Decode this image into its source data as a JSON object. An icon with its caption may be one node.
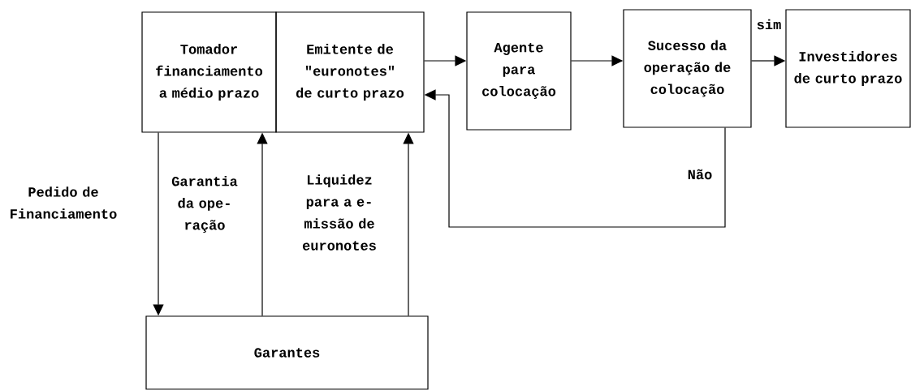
{
  "diagram": {
    "nodes": [
      {
        "text": [
          "Tomador financiamento a médio prazo"
        ]
      },
      {
        "text": [
          "Emitente de \"euronotes\" de curto prazo"
        ]
      },
      {
        "text": [
          "Agente para colocação"
        ]
      },
      {
        "text": [
          "Sucesso da operação de colocação"
        ]
      },
      {
        "text": [
          "Investidores de curto prazo"
        ]
      },
      {
        "text": [
          "Garantes"
        ]
      }
    ],
    "edges": [
      {
        "from": 1,
        "to": 2,
        "arrow": "to"
      },
      {
        "from": 2,
        "to": 3,
        "arrow": "to"
      },
      {
        "from": 3,
        "to": 4,
        "arrow": "to",
        "label": "sim"
      },
      {
        "from": 3,
        "to": 1,
        "arrow": "to",
        "label": "Não"
      },
      {
        "from": 0,
        "to": 5,
        "arrow": "to",
        "label": "Pedido de Financiamento"
      },
      {
        "from": 5,
        "to": 0,
        "arrow": "to",
        "label": "Garantia da ope- ração"
      },
      {
        "from": 5,
        "to": 1,
        "arrow": "to",
        "label": "Liquidez para a e- missão de euronotes"
      }
    ]
  }
}
